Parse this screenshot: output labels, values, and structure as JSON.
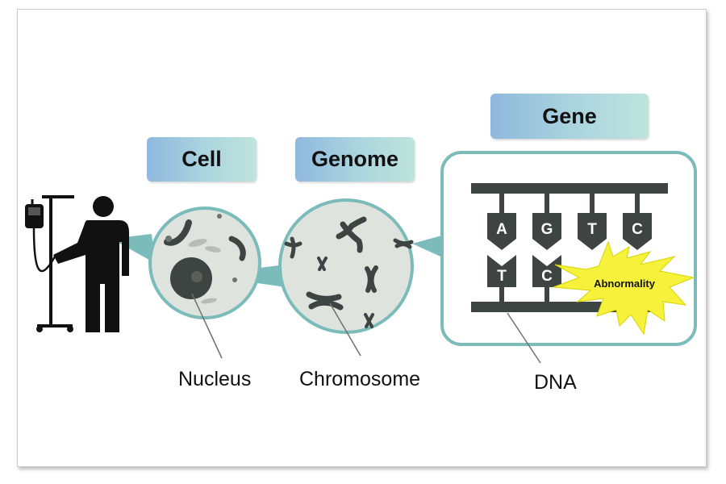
{
  "titles": {
    "cell": "Cell",
    "genome": "Genome",
    "gene": "Gene"
  },
  "labels": {
    "nucleus": "Nucleus",
    "chromosome": "Chromosome",
    "dna": "DNA"
  },
  "dna": {
    "top_bases": [
      "A",
      "G",
      "T",
      "C"
    ],
    "bottom_bases": [
      "T",
      "C"
    ],
    "abnormality": "Abnormality"
  },
  "colors": {
    "teal": "#7bbcbb",
    "dark": "#3e4441",
    "cell_fill": "#dfe3de",
    "burst": "#f6f13a"
  }
}
